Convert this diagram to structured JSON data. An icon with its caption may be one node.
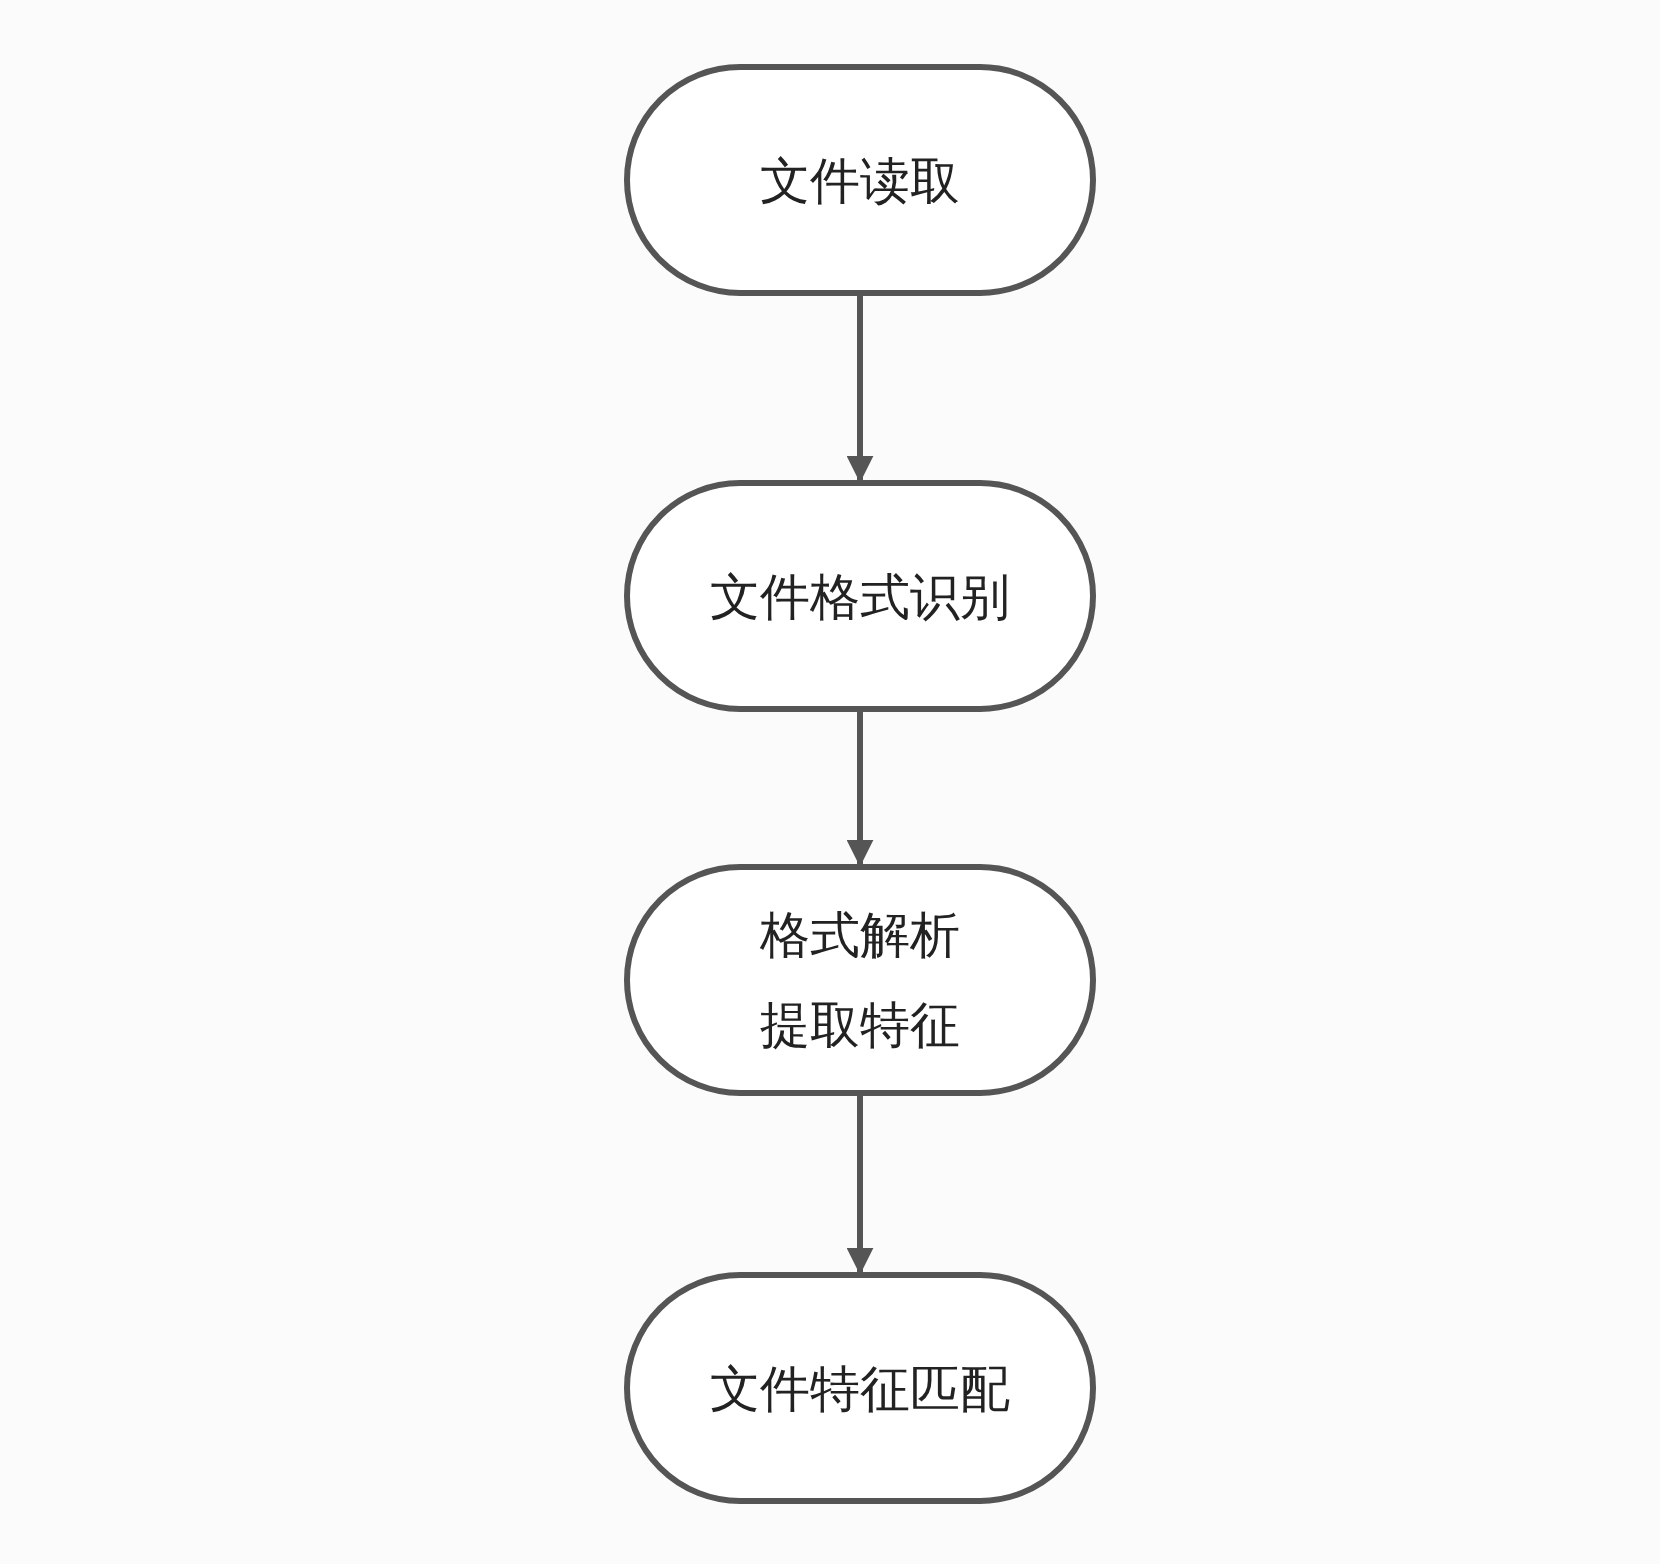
{
  "diagram": {
    "nodes": [
      {
        "text": [
          "文件读取"
        ]
      },
      {
        "text": [
          "文件格式识别"
        ]
      },
      {
        "text": [
          "格式解析",
          "提取特征"
        ]
      },
      {
        "text": [
          "文件特征匹配"
        ]
      }
    ],
    "edges": [
      {
        "from": 0,
        "to": 1,
        "arrow": "to"
      },
      {
        "from": 1,
        "to": 2,
        "arrow": "to"
      },
      {
        "from": 2,
        "to": 3,
        "arrow": "to"
      }
    ]
  }
}
